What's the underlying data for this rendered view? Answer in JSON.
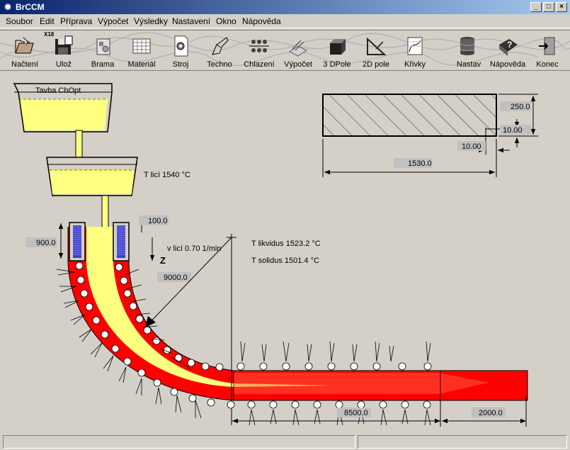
{
  "window": {
    "title": "BrCCM",
    "buttons": {
      "minimize": "_",
      "maximize": "□",
      "close": "×"
    }
  },
  "menu": [
    "Soubor",
    "Edit",
    "Příprava",
    "Výpočet",
    "Výsledky",
    "Nastavení",
    "Okno",
    "Nápověda"
  ],
  "toolbar": {
    "icon_badge": "X18",
    "items": [
      {
        "label": "Načtení",
        "icon": "open-folder-icon"
      },
      {
        "label": "Ulož",
        "icon": "save-disk-icon"
      },
      {
        "label": "Brama",
        "icon": "slab-icon"
      },
      {
        "label": "Materiál",
        "icon": "material-table-icon"
      },
      {
        "label": "Stroj",
        "icon": "machine-icon"
      },
      {
        "label": "Techno",
        "icon": "hand-wrench-icon"
      },
      {
        "label": "Chlazení",
        "icon": "cooling-nozzles-icon"
      },
      {
        "label": "Výpočet",
        "icon": "calculation-icon"
      },
      {
        "label": "3 DPole",
        "icon": "3d-field-icon"
      },
      {
        "label": "2D pole",
        "icon": "2d-field-icon"
      },
      {
        "label": "Křivky",
        "icon": "curves-icon"
      },
      {
        "label": "Nastav",
        "icon": "database-settings-icon"
      },
      {
        "label": "Nápověda",
        "icon": "help-book-icon"
      },
      {
        "label": "Konec",
        "icon": "exit-door-icon"
      }
    ]
  },
  "diagram": {
    "ladle_label": "Tavba ChOpt",
    "casting_temp": "T licí   1540 °C",
    "mould_length": "900.0",
    "meniscus_offset": "100.0",
    "casting_speed": "v licí   0.70 1/min",
    "z_axis": "Z",
    "radius": "9000.0",
    "t_liquidus": "T likvidus 1523.2 °C",
    "t_solidus": "T solidus  1501.4 °C",
    "section_thickness": "250.0",
    "section_width": "1530.0",
    "node_y": "10.00",
    "node_x": "10.00",
    "straight_length": "8500.0",
    "tail_length": "2000.0"
  },
  "colors": {
    "steel_yellow": "#ffff80",
    "hot_red": "#ff0000",
    "mould_blue": "#4040c0",
    "titlebar": "#0a246a"
  }
}
